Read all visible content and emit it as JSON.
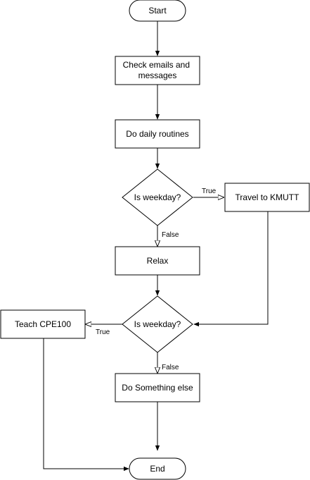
{
  "nodes": {
    "start": {
      "label": "Start"
    },
    "check_emails": {
      "label_lines": [
        "Check emails and",
        "messages"
      ]
    },
    "daily_routines": {
      "label": "Do daily routines"
    },
    "decision_1": {
      "label": "Is weekday?"
    },
    "travel": {
      "label": "Travel to KMUTT"
    },
    "relax": {
      "label": "Relax"
    },
    "decision_2": {
      "label": "Is weekday?"
    },
    "teach": {
      "label": "Teach CPE100"
    },
    "something_else": {
      "label": "Do Something else"
    },
    "end": {
      "label": "End"
    }
  },
  "edges": {
    "decision_1_true": {
      "label": "True"
    },
    "decision_1_false": {
      "label": "False"
    },
    "decision_2_true": {
      "label": "True"
    },
    "decision_2_false": {
      "label": "False"
    }
  },
  "colors": {
    "stroke": "#000000",
    "fill": "#ffffff",
    "background": "#ffffff"
  }
}
